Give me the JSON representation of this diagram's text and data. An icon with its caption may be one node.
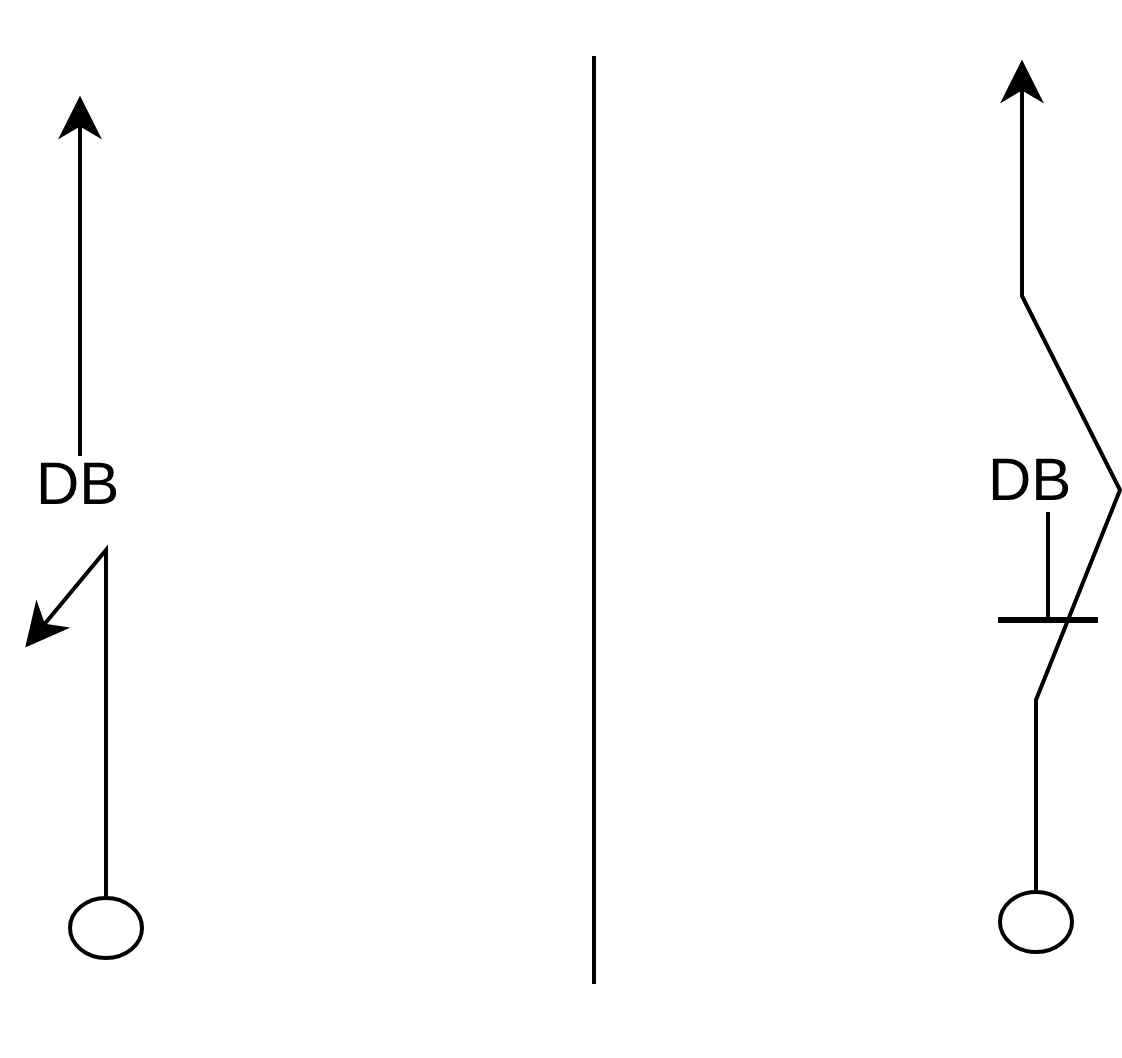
{
  "diagram": {
    "nodes": [
      {
        "text": [
          "DB"
        ]
      },
      {
        "text": [],
        "shape": "circle"
      },
      {
        "text": [
          "DB"
        ]
      },
      {
        "text": [],
        "shape": "circle"
      }
    ],
    "edges": [
      {
        "from": 0,
        "to": null,
        "arrow": "to"
      },
      {
        "from": 1,
        "to": null,
        "arrow": "to"
      },
      {
        "from": 3,
        "to": null,
        "arrow": "to"
      },
      {
        "from": 2,
        "to": null,
        "arrow": "other"
      }
    ]
  }
}
